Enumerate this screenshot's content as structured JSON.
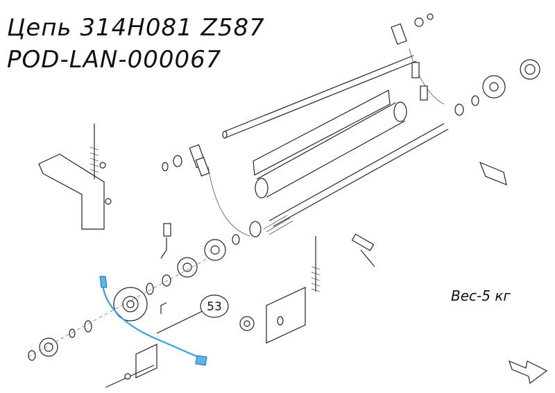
{
  "header": {
    "line1": "Цепь 314H081 Z587",
    "line2": "POD-LAN-000067"
  },
  "weight_label": "Вес-5 кг",
  "callout": {
    "number": "53",
    "color": "#3a9fd8"
  },
  "icons": {
    "next": "next-page-arrow-icon"
  }
}
